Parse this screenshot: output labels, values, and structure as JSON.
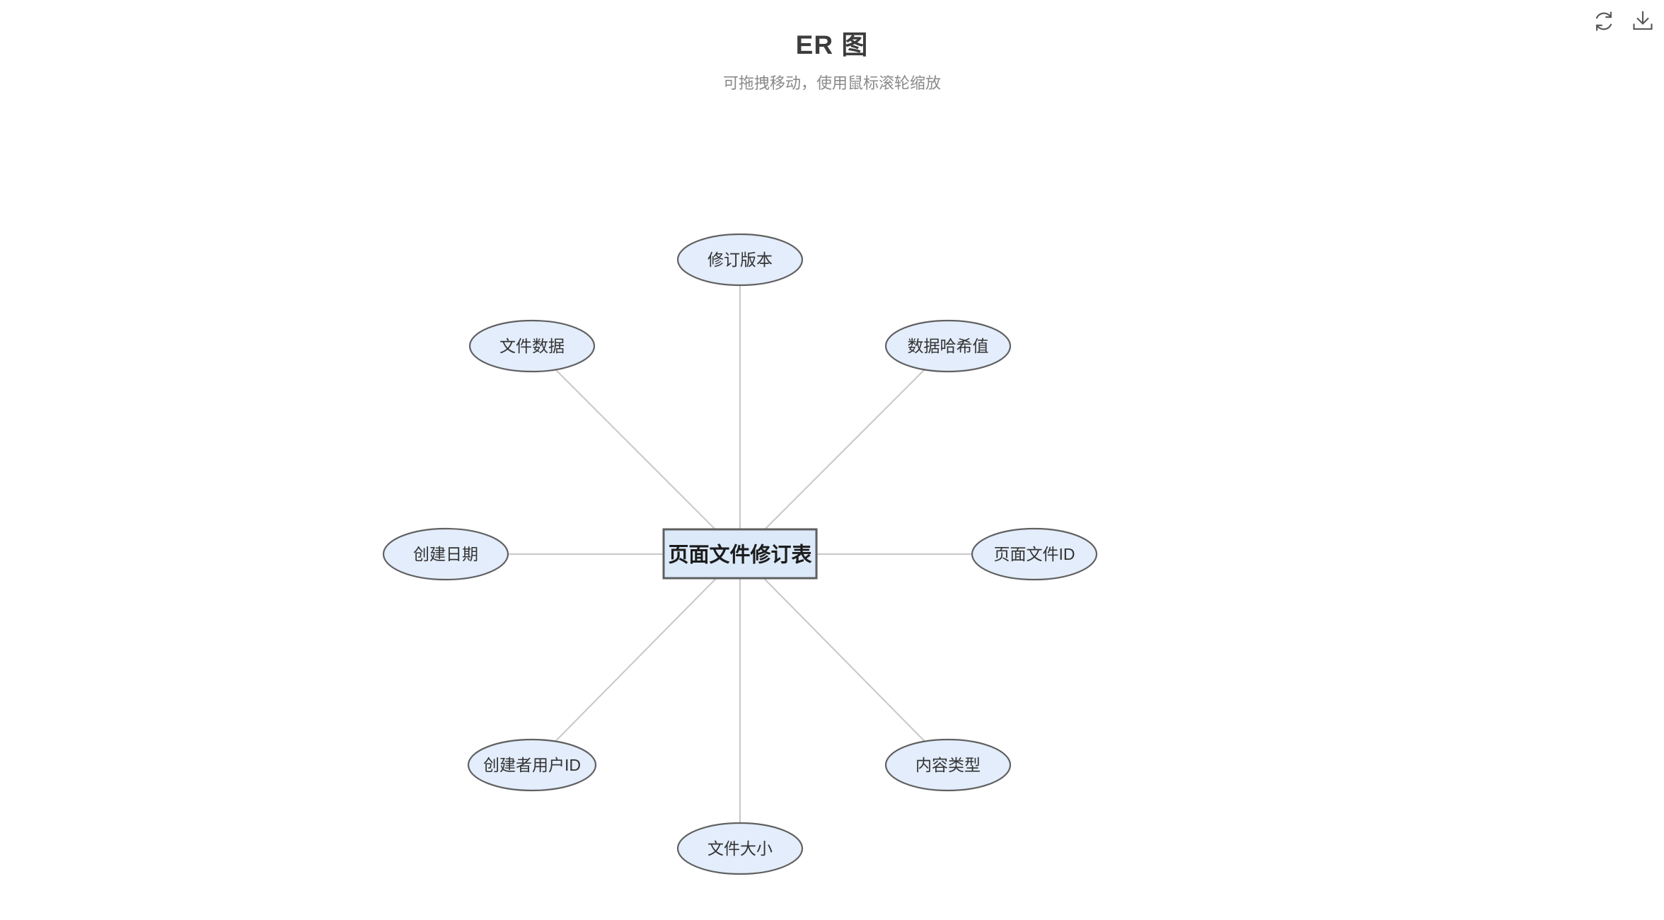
{
  "header": {
    "title": "ER 图",
    "subtitle": "可拖拽移动，使用鼠标滚轮缩放"
  },
  "toolbar": {
    "buttons": [
      {
        "icon": "refresh-icon",
        "action": "refresh"
      },
      {
        "icon": "download-icon",
        "action": "download"
      }
    ]
  },
  "diagram": {
    "type": "er-diagram",
    "entity": {
      "label": "页面文件修订表",
      "shape": "rectangle"
    },
    "attributes": [
      {
        "label": "修订版本",
        "position": "top",
        "shape": "ellipse"
      },
      {
        "label": "数据哈希值",
        "position": "top-right",
        "shape": "ellipse"
      },
      {
        "label": "页面文件ID",
        "position": "right",
        "shape": "ellipse"
      },
      {
        "label": "内容类型",
        "position": "bottom-right",
        "shape": "ellipse"
      },
      {
        "label": "文件大小",
        "position": "bottom",
        "shape": "ellipse"
      },
      {
        "label": "创建者用户ID",
        "position": "bottom-left",
        "shape": "ellipse"
      },
      {
        "label": "创建日期",
        "position": "left",
        "shape": "ellipse"
      },
      {
        "label": "文件数据",
        "position": "top-left",
        "shape": "ellipse"
      }
    ],
    "colors": {
      "node_fill": "#e3edfb",
      "entity_fill": "#dbe9f9",
      "node_stroke": "#616161",
      "edge": "#c7c7c7",
      "title_text": "#3c3c3c",
      "subtitle_text": "#8a8a8a",
      "label_text": "#333333"
    }
  }
}
